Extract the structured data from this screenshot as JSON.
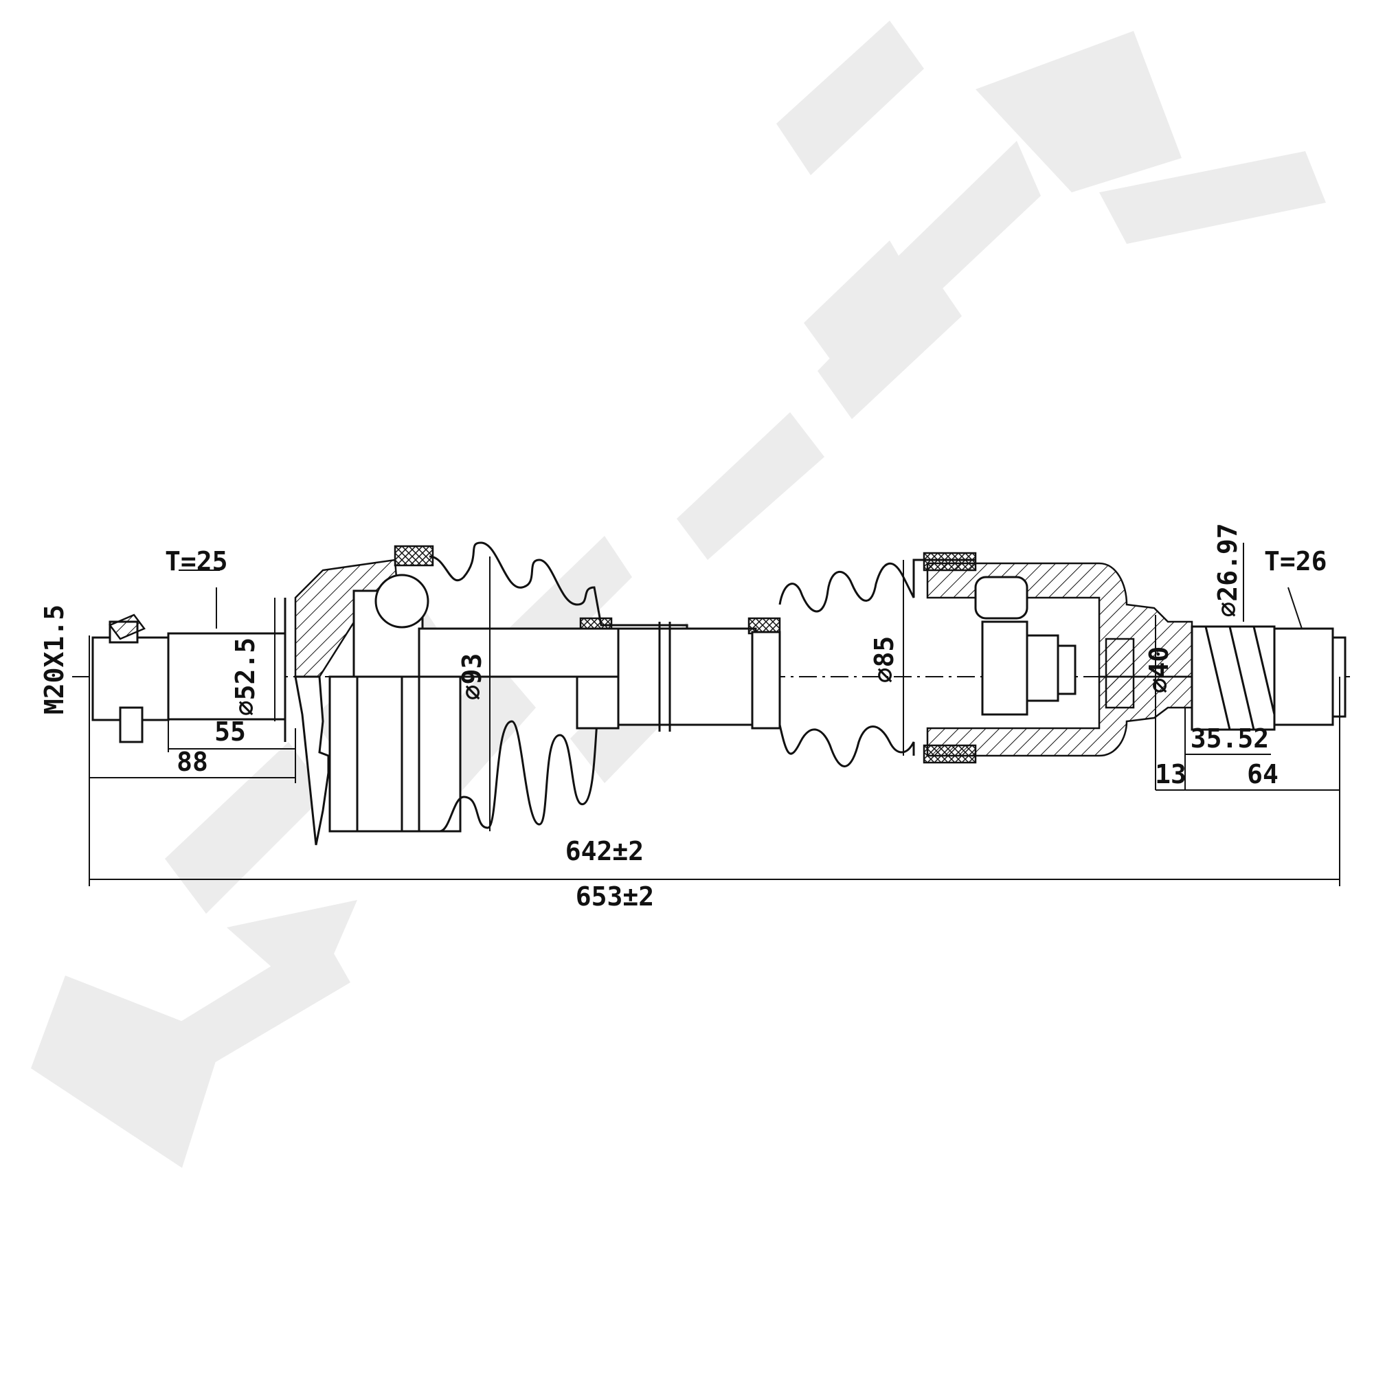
{
  "watermark": "ZENNEK",
  "dimensions": {
    "thread": "M20X1.5",
    "left_teeth": "T=25",
    "dia_left_seat": "⌀52.5",
    "len_55": "55",
    "len_88": "88",
    "dia_outer_boot": "⌀93",
    "dia_inner_boot": "⌀85",
    "dia_inner_housing": "⌀40",
    "dia_right_spline": "⌀26.97",
    "right_teeth": "T=26",
    "len_35_52": "35.52",
    "len_13": "13",
    "len_64": "64",
    "overall_inner": "642±2",
    "overall_total": "653±2"
  }
}
